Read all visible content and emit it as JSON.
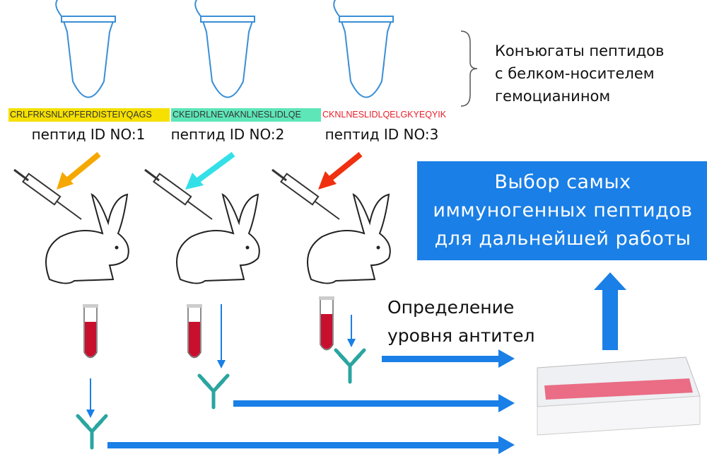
{
  "peptides": [
    {
      "sequence": "CRLFRKSNLKPFERDISTEIYQAGS",
      "label": "пептид ID NO:1",
      "color": "#f5e000"
    },
    {
      "sequence": "CKEIDRLNEVAKNLNESLIDLQE",
      "label": "пептид ID NO:2",
      "color": "#3ee0d8"
    },
    {
      "sequence": "CKNLNESLIDLQELGKYEQYIK",
      "label": "пептид ID NO:3",
      "color": "#ff2a10"
    }
  ],
  "conjugates_label": [
    "Конъюгаты пептидов",
    "с белком-носителем",
    "гемоцианином"
  ],
  "selection_box": [
    "Выбор самых",
    "иммуногенных пептидов",
    "для дальнейшей работы"
  ],
  "detection_label": [
    "Определение",
    "уровня антител"
  ],
  "colors": {
    "accent": "#1a7fe6",
    "arrow_orange": "#f5a800",
    "arrow_cyan": "#33e0e8",
    "arrow_red": "#f03010",
    "blood": "#c8102e",
    "antibody": "#2aa5a0"
  }
}
